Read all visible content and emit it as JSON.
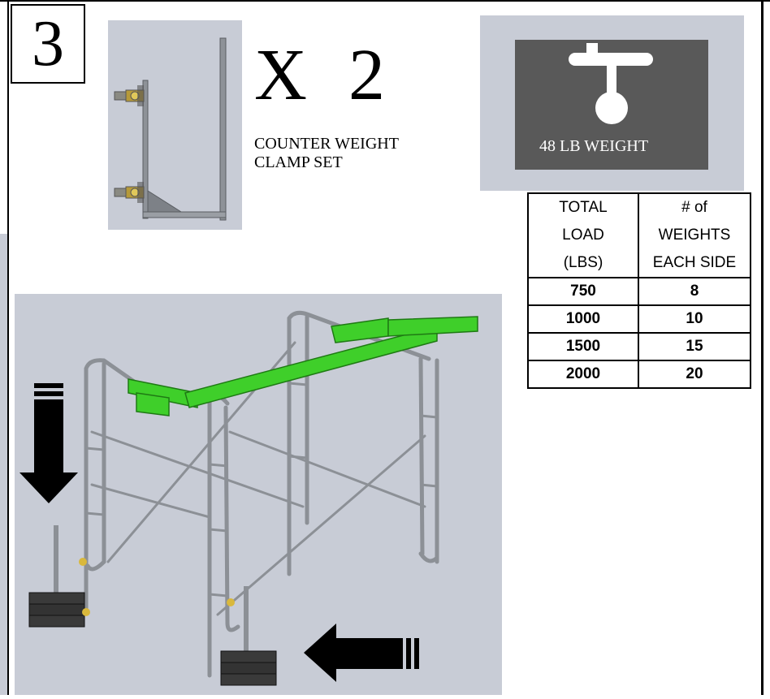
{
  "step_number": "3",
  "clamp": {
    "quantity": "X  2",
    "caption_line1": "COUNTER WEIGHT",
    "caption_line2": "CLAMP SET"
  },
  "weight": {
    "label": "48 LB WEIGHT"
  },
  "load_table": {
    "headers": [
      [
        "TOTAL",
        "# of"
      ],
      [
        "LOAD",
        "WEIGHTS"
      ],
      [
        "(LBS)",
        "EACH SIDE"
      ]
    ],
    "rows": [
      [
        "750",
        "8"
      ],
      [
        "1000",
        "10"
      ],
      [
        "1500",
        "15"
      ],
      [
        "2000",
        "20"
      ]
    ]
  },
  "colors": {
    "figure_background": "#c8ccd6",
    "weight_plate": "#595959",
    "beam_green": "#3fcf2a",
    "frame_metal": "#a9adb3"
  }
}
